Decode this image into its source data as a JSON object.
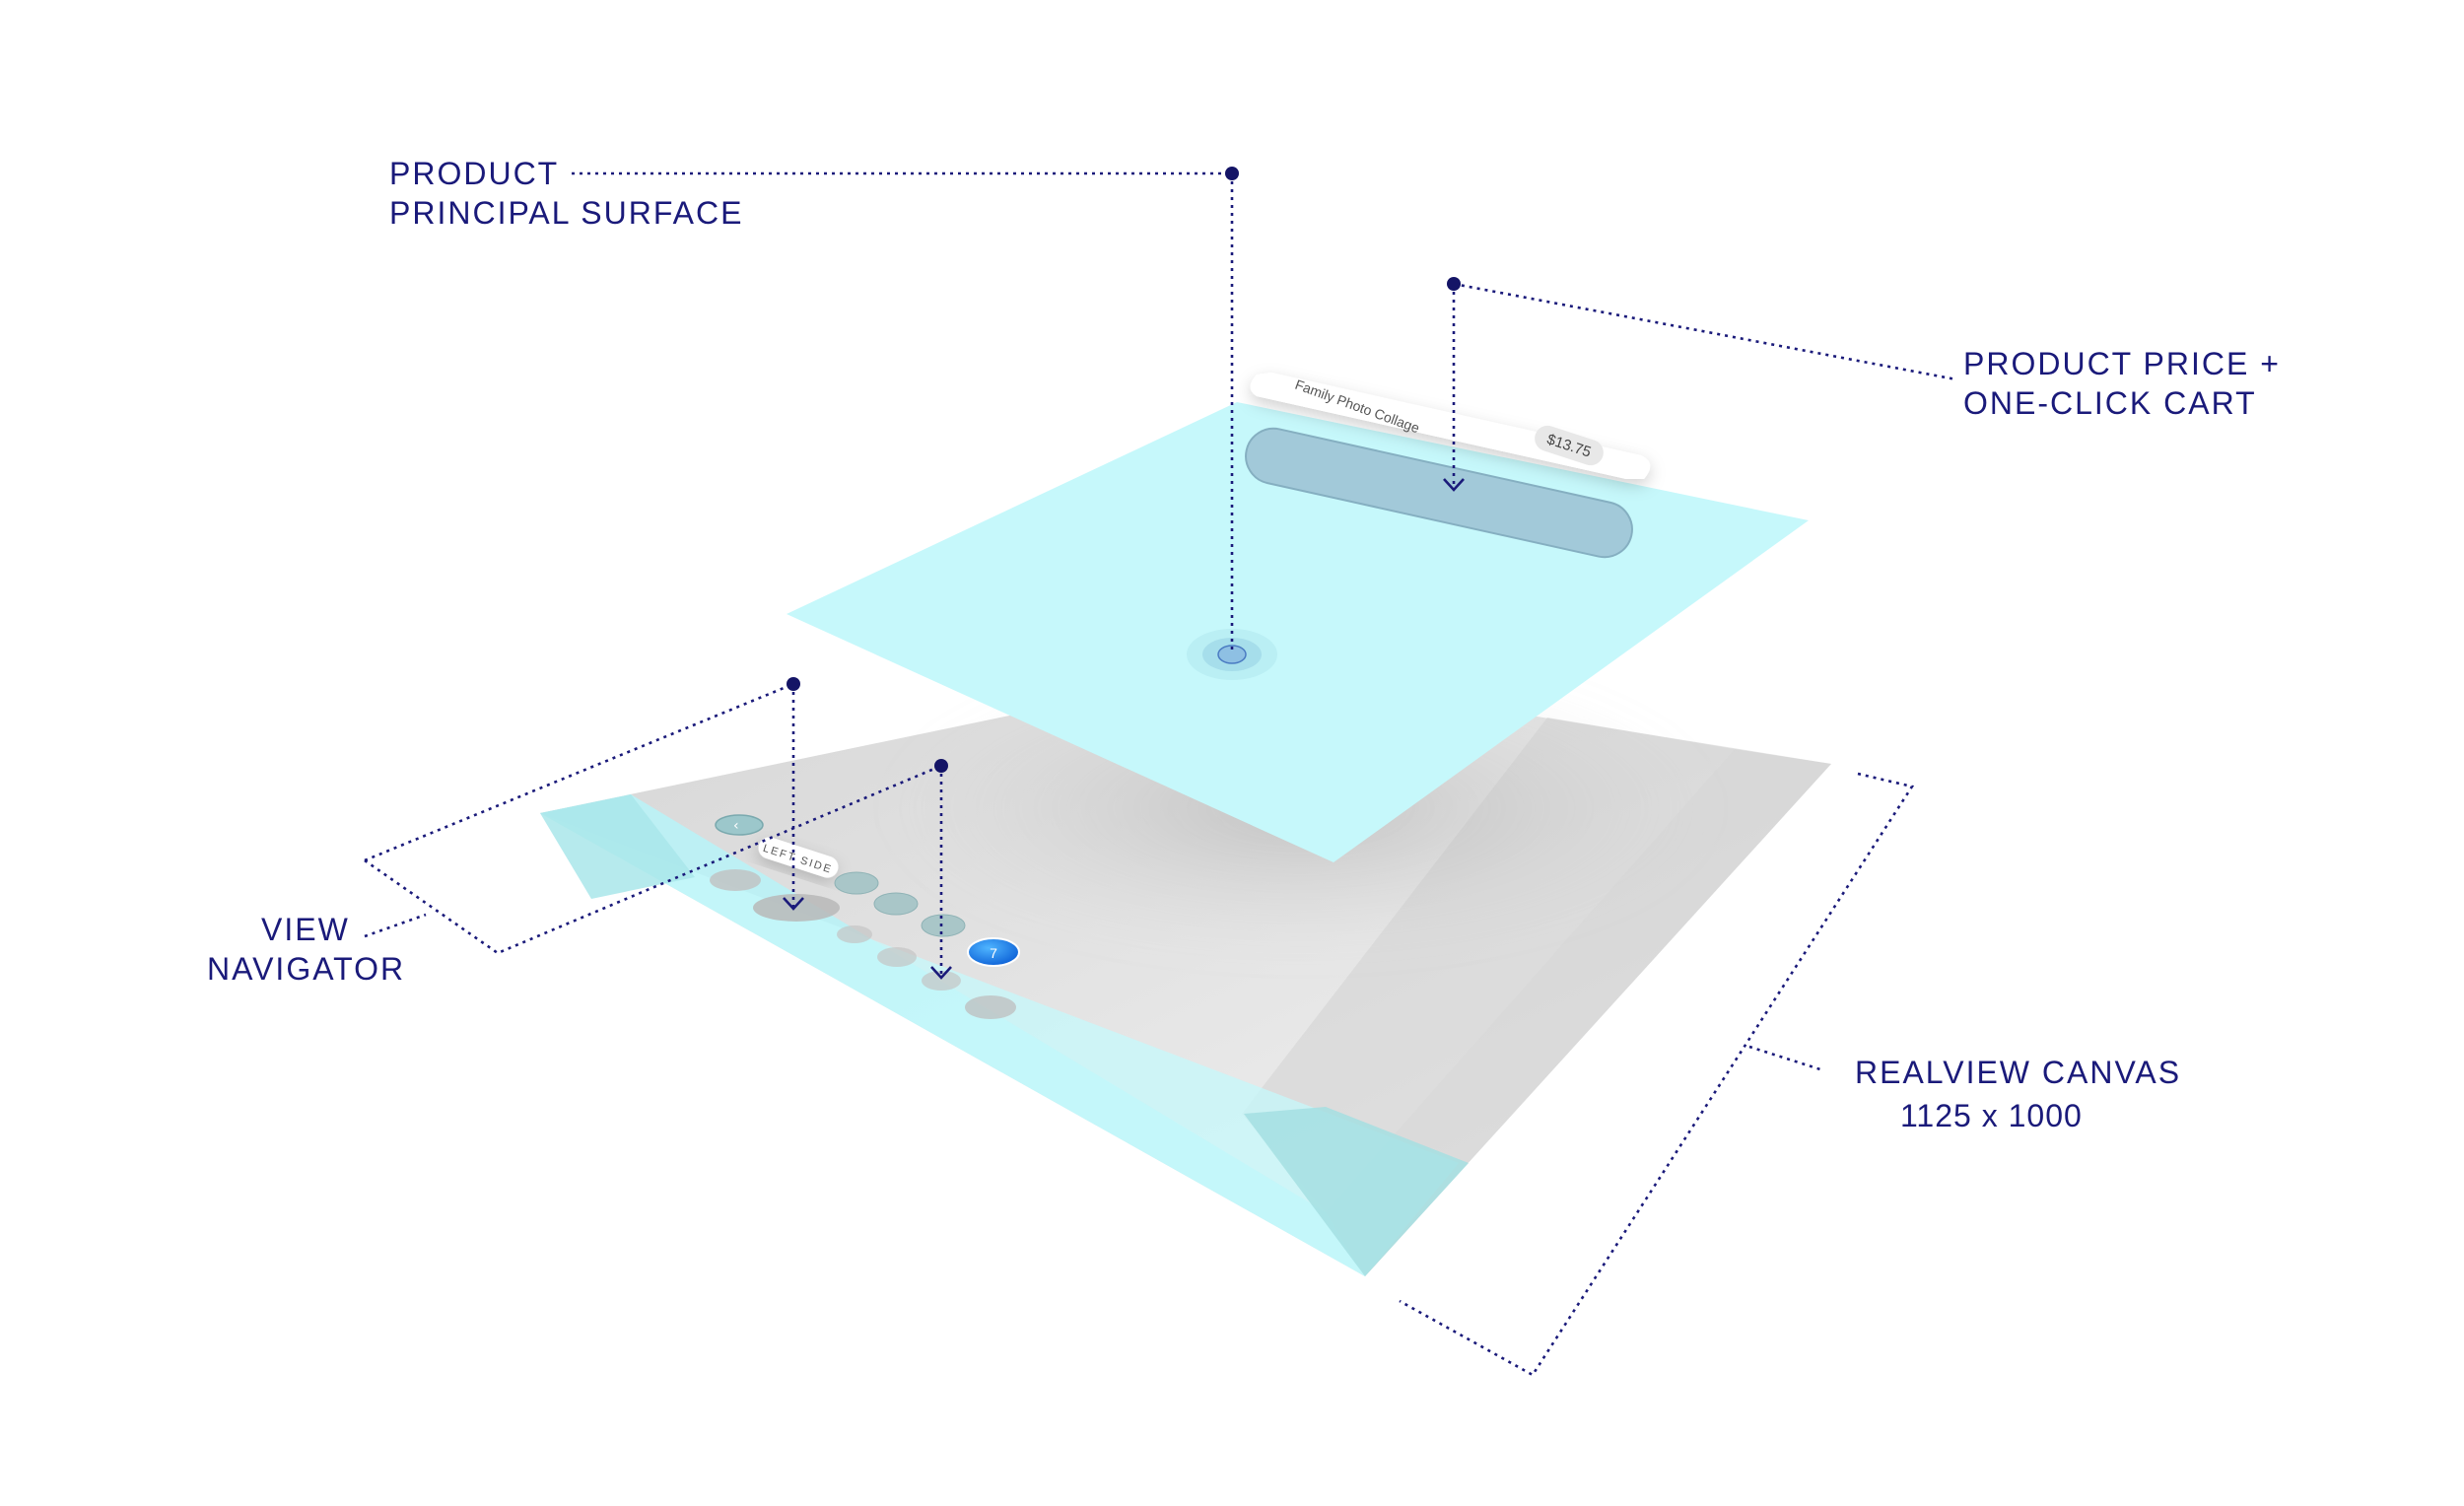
{
  "callouts": {
    "principal_surface": {
      "line1": "PRODUCT",
      "line2": "PRINCIPAL SURFACE"
    },
    "price_cart": {
      "line1": "PRODUCT PRICE +",
      "line2": "ONE-CLICK CART"
    },
    "view_navigator": {
      "line1": "VIEW",
      "line2": "NAVIGATOR"
    },
    "realview_canvas": {
      "line1": "REALVIEW CANVAS",
      "line2": "1125 x 1000"
    }
  },
  "product_card": {
    "title": "Family Photo Collage",
    "price": "$13.75"
  },
  "navigator": {
    "pill_label": "LEFT SIDE",
    "active_number": "7"
  },
  "colors": {
    "accent_text": "#1a1a7a",
    "surface_cyan": "#c6f8fb",
    "canvas_gray": "#e2e2e2",
    "active_blue": "#1e7ff0"
  }
}
